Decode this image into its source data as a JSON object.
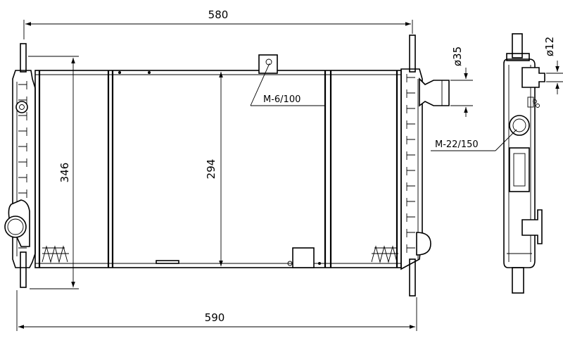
{
  "dimensions": {
    "top_width": "580",
    "bottom_width": "590",
    "overall_height": "346",
    "core_height": "294",
    "outlet_diameter": "ø35",
    "nipple_diameter": "ø12"
  },
  "labels": {
    "thread_top": "M-6/100",
    "thread_side": "M-22/150"
  }
}
